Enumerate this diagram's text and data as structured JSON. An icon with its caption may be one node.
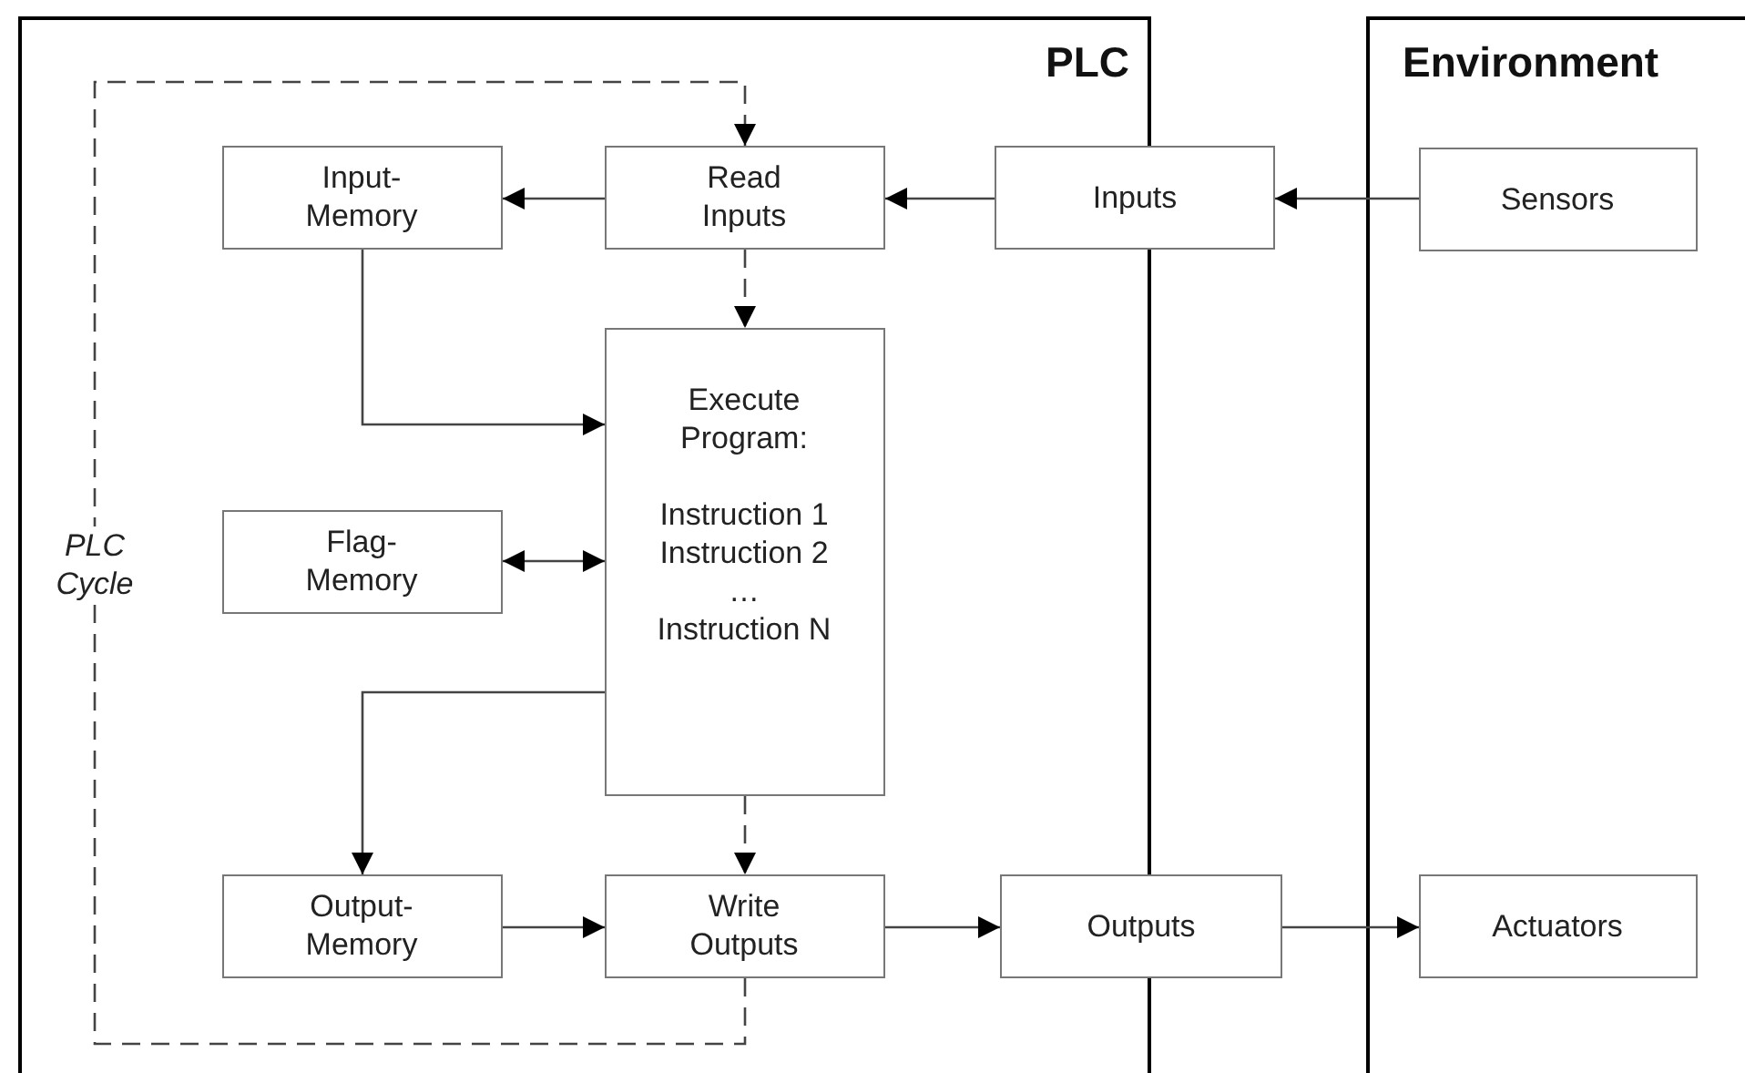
{
  "diagram": {
    "nodes": [
      {
        "text": [
          "PLC"
        ]
      },
      {
        "text": [
          "Environment"
        ]
      },
      {
        "text": [
          "Input-Memory"
        ],
        "in": 0
      },
      {
        "text": [
          "Read Inputs"
        ],
        "in": 0
      },
      {
        "text": [
          "Inputs"
        ]
      },
      {
        "text": [
          "Sensors"
        ],
        "in": 1
      },
      {
        "text": [
          "Execute Program:",
          "Instruction 1",
          "Instruction 2",
          "…",
          "Instruction N"
        ],
        "in": 0
      },
      {
        "text": [
          "Flag-Memory"
        ],
        "in": 0
      },
      {
        "text": [
          "Output-Memory"
        ],
        "in": 0
      },
      {
        "text": [
          "Write Outputs"
        ],
        "in": 0
      },
      {
        "text": [
          "Outputs"
        ]
      },
      {
        "text": [
          "Actuators"
        ],
        "in": 1
      }
    ],
    "edges": [
      {
        "from": 5,
        "to": 4,
        "arrow": "to"
      },
      {
        "from": 4,
        "to": 3,
        "arrow": "to"
      },
      {
        "from": 3,
        "to": 2,
        "arrow": "to"
      },
      {
        "from": 3,
        "to": 6,
        "arrow": "to",
        "style": "dashed"
      },
      {
        "from": 2,
        "to": 6,
        "arrow": "to"
      },
      {
        "from": 7,
        "to": 6,
        "arrow": "both"
      },
      {
        "from": 6,
        "to": 8,
        "arrow": "to"
      },
      {
        "from": 6,
        "to": 9,
        "arrow": "to",
        "style": "dashed"
      },
      {
        "from": 8,
        "to": 9,
        "arrow": "to"
      },
      {
        "from": 9,
        "to": 10,
        "arrow": "to"
      },
      {
        "from": 10,
        "to": 11,
        "arrow": "to"
      },
      {
        "from": 9,
        "to": 3,
        "arrow": "to",
        "style": "dashed",
        "label": "PLC Cycle"
      }
    ]
  }
}
